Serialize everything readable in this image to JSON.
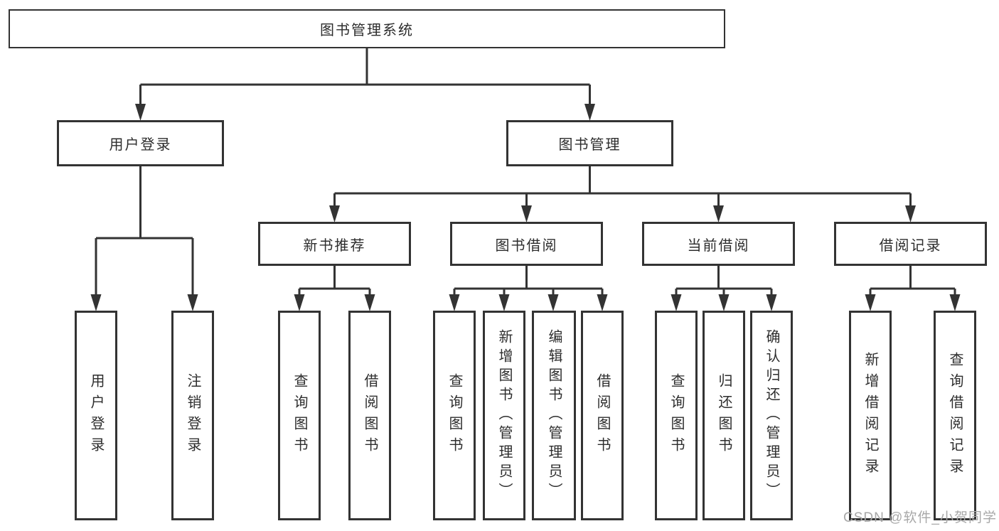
{
  "diagram": {
    "root": {
      "label": "图书管理系统"
    },
    "level2": [
      {
        "id": "user-login",
        "label": "用户登录"
      },
      {
        "id": "book-management",
        "label": "图书管理"
      }
    ],
    "level3": [
      {
        "id": "new-book-recommend",
        "label": "新书推荐",
        "parent": "book-management"
      },
      {
        "id": "book-borrow",
        "label": "图书借阅",
        "parent": "book-management"
      },
      {
        "id": "current-borrow",
        "label": "当前借阅",
        "parent": "book-management"
      },
      {
        "id": "borrow-records",
        "label": "借阅记录",
        "parent": "book-management"
      }
    ],
    "leaves": {
      "user_login": [
        "用户登录",
        "注销登录"
      ],
      "new_book_recommend": [
        "查询图书",
        "借阅图书"
      ],
      "book_borrow": [
        "查询图书",
        "新增图书（管理员）",
        "编辑图书（管理员）",
        "借阅图书"
      ],
      "current_borrow": [
        "查询图书",
        "归还图书",
        "确认归还（管理员）"
      ],
      "borrow_records": [
        "新增借阅记录",
        "查询借阅记录"
      ]
    }
  },
  "watermark": {
    "text": "CSDN @软件_小贺同学"
  },
  "colors": {
    "line": "#333333",
    "text": "#2d2d2d",
    "watermark": "#a8a8a8",
    "background": "#ffffff"
  }
}
